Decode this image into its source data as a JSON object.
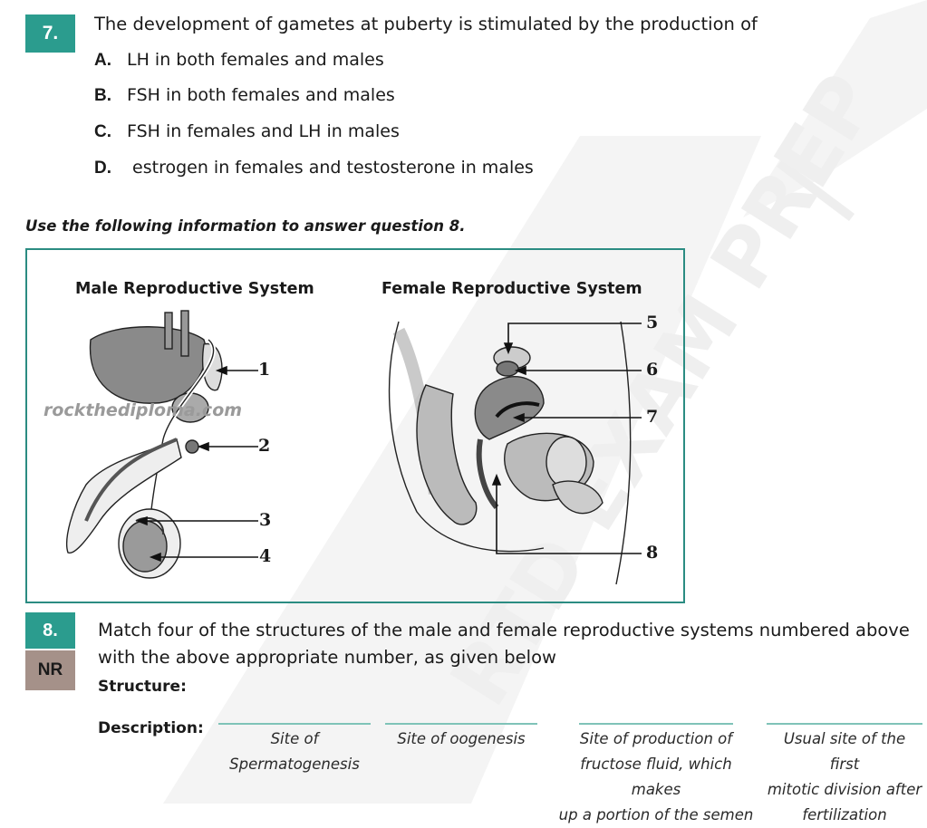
{
  "q7": {
    "number": "7.",
    "question": "The development of gametes at puberty is stimulated by the production of",
    "options": [
      {
        "letter": "A.",
        "text": "LH in both females and males"
      },
      {
        "letter": "B.",
        "text": "FSH in both females and males"
      },
      {
        "letter": "C.",
        "text": "FSH in females and LH in males"
      },
      {
        "letter": "D.",
        "text": " estrogen in females and testosterone in males"
      }
    ]
  },
  "intro": "Use the following information to answer question 8.",
  "figure": {
    "male_title": "Male Reproductive System",
    "female_title": "Female Reproductive System",
    "source_text": "rockthediploma.com",
    "labels": [
      "1",
      "2",
      "3",
      "4",
      "5",
      "6",
      "7",
      "8"
    ]
  },
  "q8": {
    "number": "8.",
    "type_badge": "NR",
    "question_line1": "Match four of the structures of the male and female reproductive systems numbered above",
    "question_line2": "with the above appropriate number, as given below",
    "structure_label": "Structure:",
    "description_label": "Description:",
    "descriptions": [
      {
        "line1": "Site of",
        "line2": "Spermatogenesis",
        "line3": ""
      },
      {
        "line1": "Site of oogenesis",
        "line2": "",
        "line3": ""
      },
      {
        "line1": "Site of production of",
        "line2": "fructose fluid, which makes",
        "line3": "up a portion of the semen"
      },
      {
        "line1": "Usual site of the first",
        "line2": "mitotic division after",
        "line3": "fertilization"
      }
    ]
  },
  "colors": {
    "accent": "#2b9c8e",
    "nr_badge": "#a59189",
    "border": "#2b8c82"
  }
}
